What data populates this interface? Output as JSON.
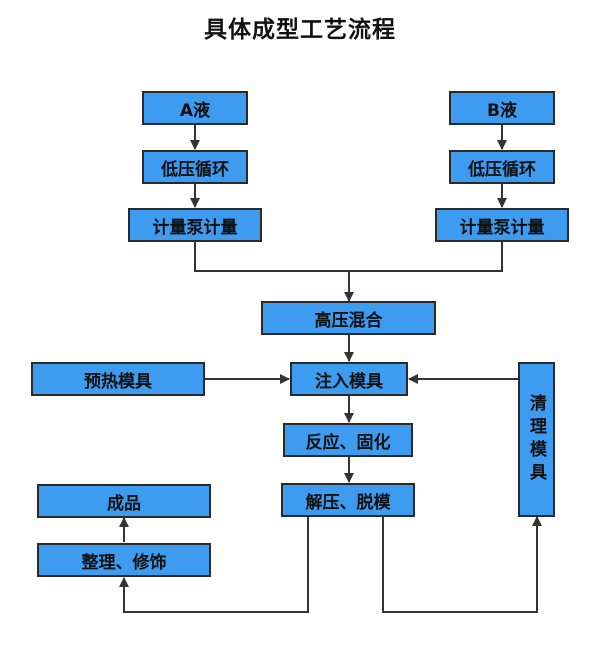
{
  "title": "具体成型工艺流程",
  "nodes": {
    "a_liquid": "A液",
    "a_low_pressure": "低压循环",
    "a_pump": "计量泵计量",
    "b_liquid": "B液",
    "b_low_pressure": "低压循环",
    "b_pump": "计量泵计量",
    "high_pressure_mix": "高压混合",
    "preheat_mold": "预热模具",
    "inject_mold": "注入模具",
    "clean_mold": "清理模具",
    "react_cure": "反应、固化",
    "demold": "解压、脱模",
    "finished": "成品",
    "trim": "整理、修饰"
  },
  "colors": {
    "box_fill": "#3d9bf0",
    "line": "#333333"
  }
}
